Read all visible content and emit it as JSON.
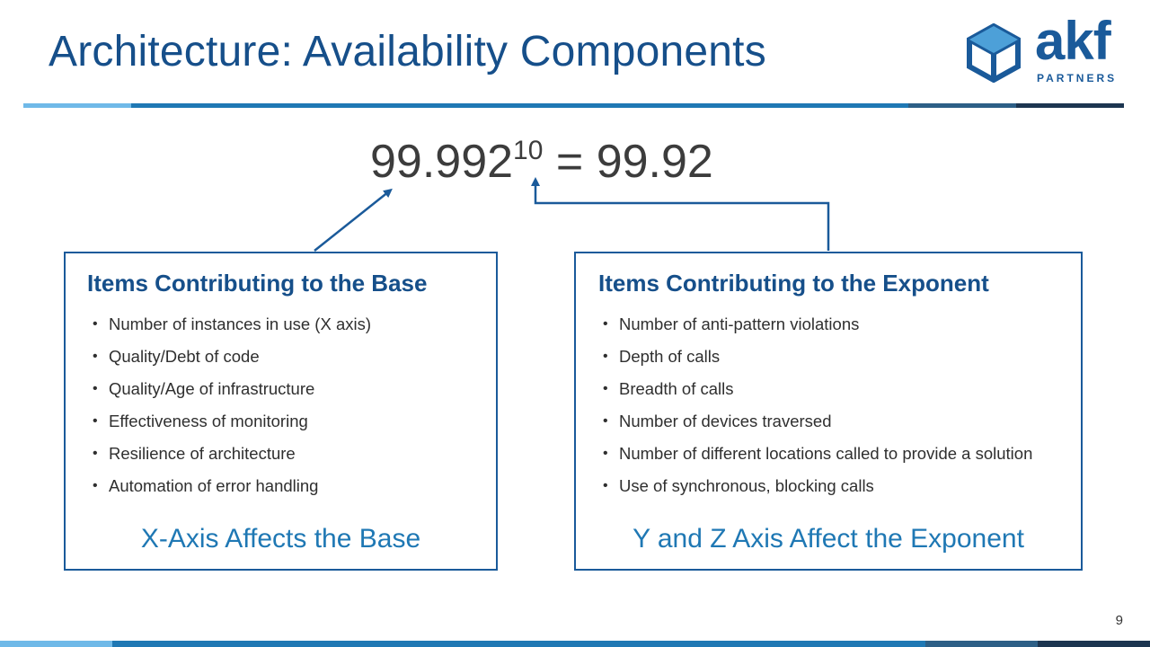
{
  "slide": {
    "title": "Architecture: Availability Components",
    "page_number": "9"
  },
  "logo": {
    "word": "akf",
    "sub": "PARTNERS",
    "icon": "cube-icon"
  },
  "formula": {
    "base": "99.992",
    "exponent": "10",
    "result": "= 99.92"
  },
  "left_box": {
    "title": "Items Contributing to the Base",
    "items": [
      "Number  of instances in use (X axis)",
      "Quality/Debt of code",
      "Quality/Age  of infrastructure",
      "Effectiveness of monitoring",
      "Resilience of architecture",
      "Automation  of error handling"
    ],
    "footer": "X-Axis Affects the Base"
  },
  "right_box": {
    "title": "Items Contributing to the Exponent",
    "items": [
      "Number  of anti-pattern violations",
      "Depth  of calls",
      "Breadth  of calls",
      "Number  of devices traversed",
      "Number  of different locations called to provide a solution",
      "Use of synchronous, blocking calls"
    ],
    "footer": "Y and Z Axis Affect the Exponent"
  },
  "colors": {
    "title_blue": "#164f8a",
    "accent_blue": "#1f78b4",
    "light_blue": "#6fb9e8",
    "dark_navy": "#1c3550"
  }
}
